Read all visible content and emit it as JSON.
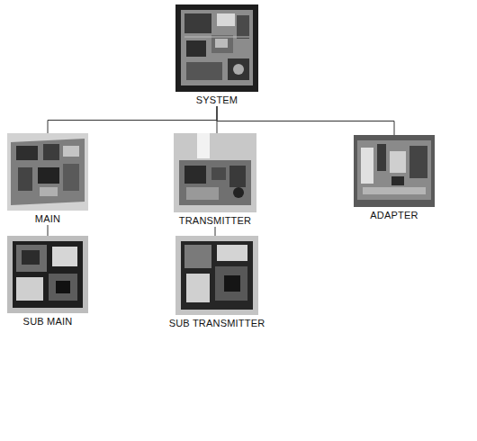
{
  "diagram": {
    "nodes": [
      {
        "text": [
          "SYSTEM"
        ]
      },
      {
        "text": [
          "MAIN"
        ]
      },
      {
        "text": [
          "TRANSMITTER"
        ]
      },
      {
        "text": [
          "ADAPTER"
        ]
      },
      {
        "text": [
          "SUB MAIN"
        ]
      },
      {
        "text": [
          "SUB TRANSMITTER"
        ]
      }
    ],
    "edges": [
      {
        "from": 0,
        "to": 1,
        "arrow": "none"
      },
      {
        "from": 0,
        "to": 2,
        "arrow": "none"
      },
      {
        "from": 0,
        "to": 3,
        "arrow": "none"
      },
      {
        "from": 1,
        "to": 4,
        "arrow": "none"
      },
      {
        "from": 2,
        "to": 5,
        "arrow": "none"
      }
    ]
  }
}
